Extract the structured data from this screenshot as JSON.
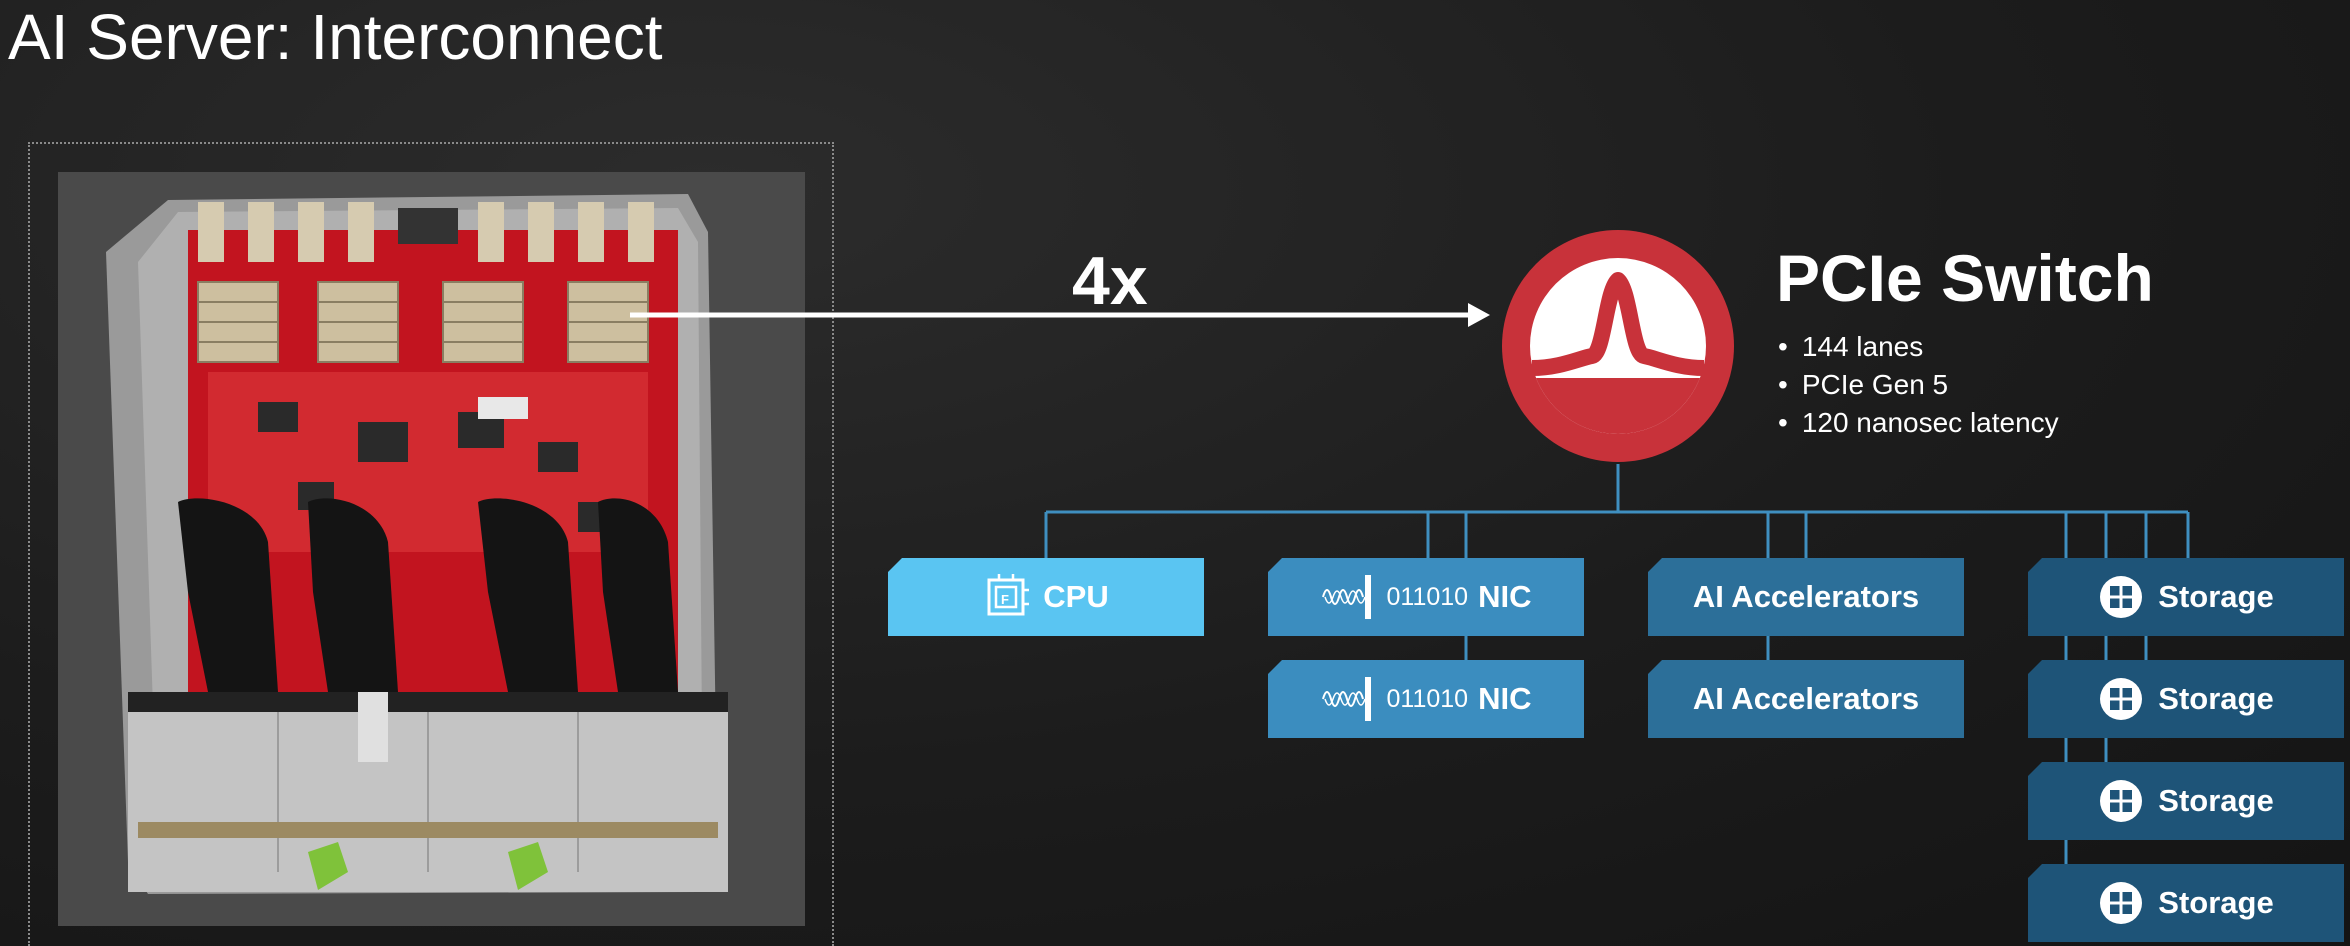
{
  "title": "AI Server: Interconnect",
  "multiplier": "4x",
  "pcie_switch": {
    "title": "PCIe Switch",
    "bullets": [
      "144 lanes",
      "PCIe Gen 5",
      "120 nanosec latency"
    ]
  },
  "nodes": {
    "cpu": "CPU",
    "nic_bits": "011010",
    "nic": "NIC",
    "accelerators": "AI Accelerators",
    "storage": "Storage"
  },
  "colors": {
    "background": "#1c1c1c",
    "logo_red": "#c8323a",
    "cpu": "#5ac5f2",
    "nic": "#3b8dbf",
    "accelerators": "#2c6f99",
    "storage": "#1e5478",
    "connector": "#3f8fc0"
  },
  "icons": [
    "board-photo",
    "broadcom-logo",
    "cpu-chip-icon",
    "waveform-icon",
    "storage-grid-icon"
  ]
}
